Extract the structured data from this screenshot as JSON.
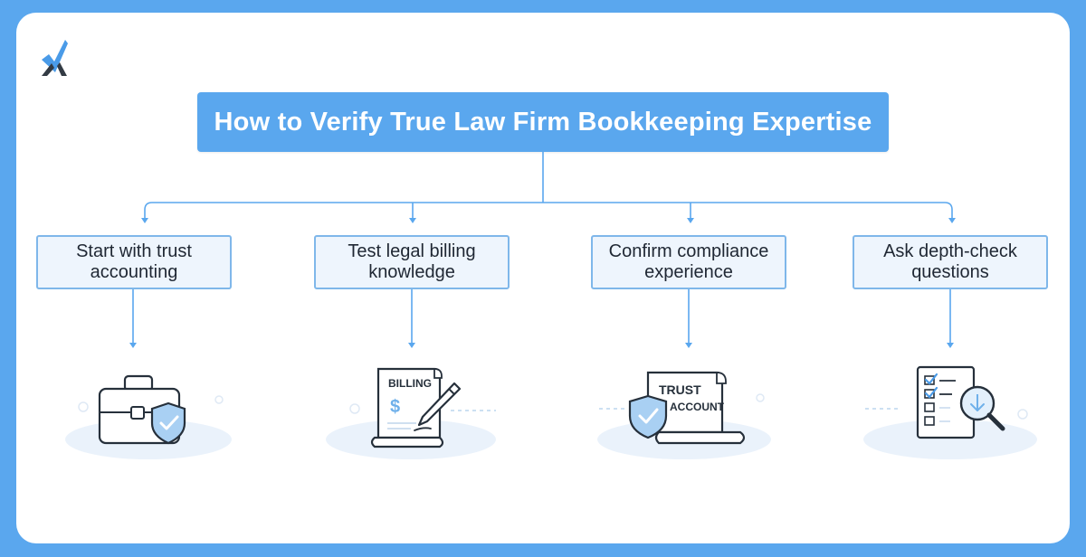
{
  "title": "How to Verify True Law Firm Bookkeeping Expertise",
  "steps": [
    {
      "label": "Start with trust accounting",
      "icon": "briefcase-shield-icon"
    },
    {
      "label": "Test legal billing knowledge",
      "icon": "billing-document-icon"
    },
    {
      "label": "Confirm compliance experience",
      "icon": "trust-account-shield-icon"
    },
    {
      "label": "Ask depth-check questions",
      "icon": "checklist-magnifier-icon"
    }
  ],
  "illustrations": {
    "billing_text": "BILLING",
    "dollar_text": "$",
    "trust_text": "TRUST",
    "account_text": "ACCOUNT"
  },
  "colors": {
    "background": "#5aa7ee",
    "title_box": "#5aa7ee",
    "step_box_fill": "#eef5fd",
    "step_box_border": "#7fb7ea",
    "connector": "#5aa7ee",
    "icon_stroke": "#26303b",
    "icon_accent": "#6fb0ea",
    "logo_blue": "#4a9be8",
    "logo_dark": "#333b44"
  }
}
